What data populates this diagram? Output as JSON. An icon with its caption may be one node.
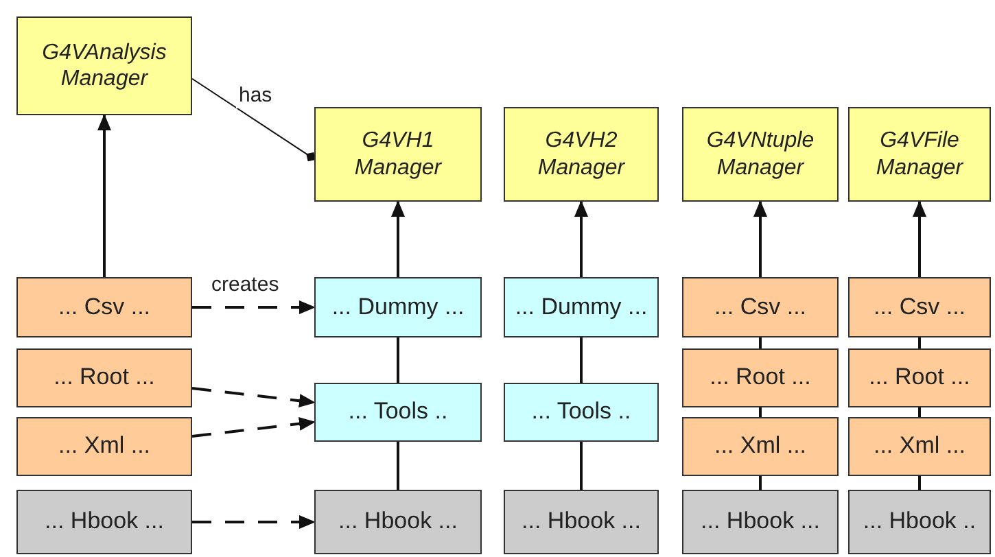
{
  "diagram": {
    "nodes": [
      {
        "text": [
          "G4VAnalysis Manager"
        ]
      },
      {
        "text": [
          "G4VH1 Manager"
        ]
      },
      {
        "text": [
          "G4VH2 Manager"
        ]
      },
      {
        "text": [
          "G4VNtuple Manager"
        ]
      },
      {
        "text": [
          "G4VFile Manager"
        ]
      },
      {
        "text": [
          "... Csv ..."
        ]
      },
      {
        "text": [
          "... Dummy ..."
        ]
      },
      {
        "text": [
          "... Dummy ..."
        ]
      },
      {
        "text": [
          "... Csv ..."
        ]
      },
      {
        "text": [
          "... Csv ..."
        ]
      },
      {
        "text": [
          "... Root ..."
        ]
      },
      {
        "text": [
          "... Root ..."
        ]
      },
      {
        "text": [
          "... Root ..."
        ]
      },
      {
        "text": [
          "... Tools .."
        ]
      },
      {
        "text": [
          "... Tools .."
        ]
      },
      {
        "text": [
          "... Xml ..."
        ]
      },
      {
        "text": [
          "... Xml ..."
        ]
      },
      {
        "text": [
          "... Xml ..."
        ]
      },
      {
        "text": [
          "... Hbook ..."
        ]
      },
      {
        "text": [
          "... Hbook ..."
        ]
      },
      {
        "text": [
          "... Hbook ..."
        ]
      },
      {
        "text": [
          "... Hbook ..."
        ]
      },
      {
        "text": [
          "... Hbook .."
        ]
      }
    ],
    "edges": [
      {
        "from": 5,
        "to": 0,
        "arrow": "to"
      },
      {
        "from": 6,
        "to": 1,
        "arrow": "to"
      },
      {
        "from": 7,
        "to": 2,
        "arrow": "to"
      },
      {
        "from": 8,
        "to": 3,
        "arrow": "to"
      },
      {
        "from": 9,
        "to": 4,
        "arrow": "to"
      },
      {
        "from": 13,
        "to": 6,
        "arrow": "none"
      },
      {
        "from": 19,
        "to": 13,
        "arrow": "none"
      },
      {
        "from": 14,
        "to": 7,
        "arrow": "none"
      },
      {
        "from": 20,
        "to": 14,
        "arrow": "none"
      },
      {
        "from": 11,
        "to": 8,
        "arrow": "none"
      },
      {
        "from": 16,
        "to": 11,
        "arrow": "none"
      },
      {
        "from": 21,
        "to": 16,
        "arrow": "none"
      },
      {
        "from": 12,
        "to": 9,
        "arrow": "none"
      },
      {
        "from": 17,
        "to": 12,
        "arrow": "none"
      },
      {
        "from": 22,
        "to": 17,
        "arrow": "none"
      },
      {
        "from": 0,
        "to": 1,
        "arrow": "other",
        "label": "has"
      },
      {
        "from": 5,
        "to": 6,
        "arrow": "to",
        "style": "dashed",
        "label": "creates"
      },
      {
        "from": 10,
        "to": 13,
        "arrow": "to",
        "style": "dashed"
      },
      {
        "from": 15,
        "to": 13,
        "arrow": "to",
        "style": "dashed"
      },
      {
        "from": 18,
        "to": 19,
        "arrow": "to",
        "style": "dashed"
      }
    ]
  }
}
